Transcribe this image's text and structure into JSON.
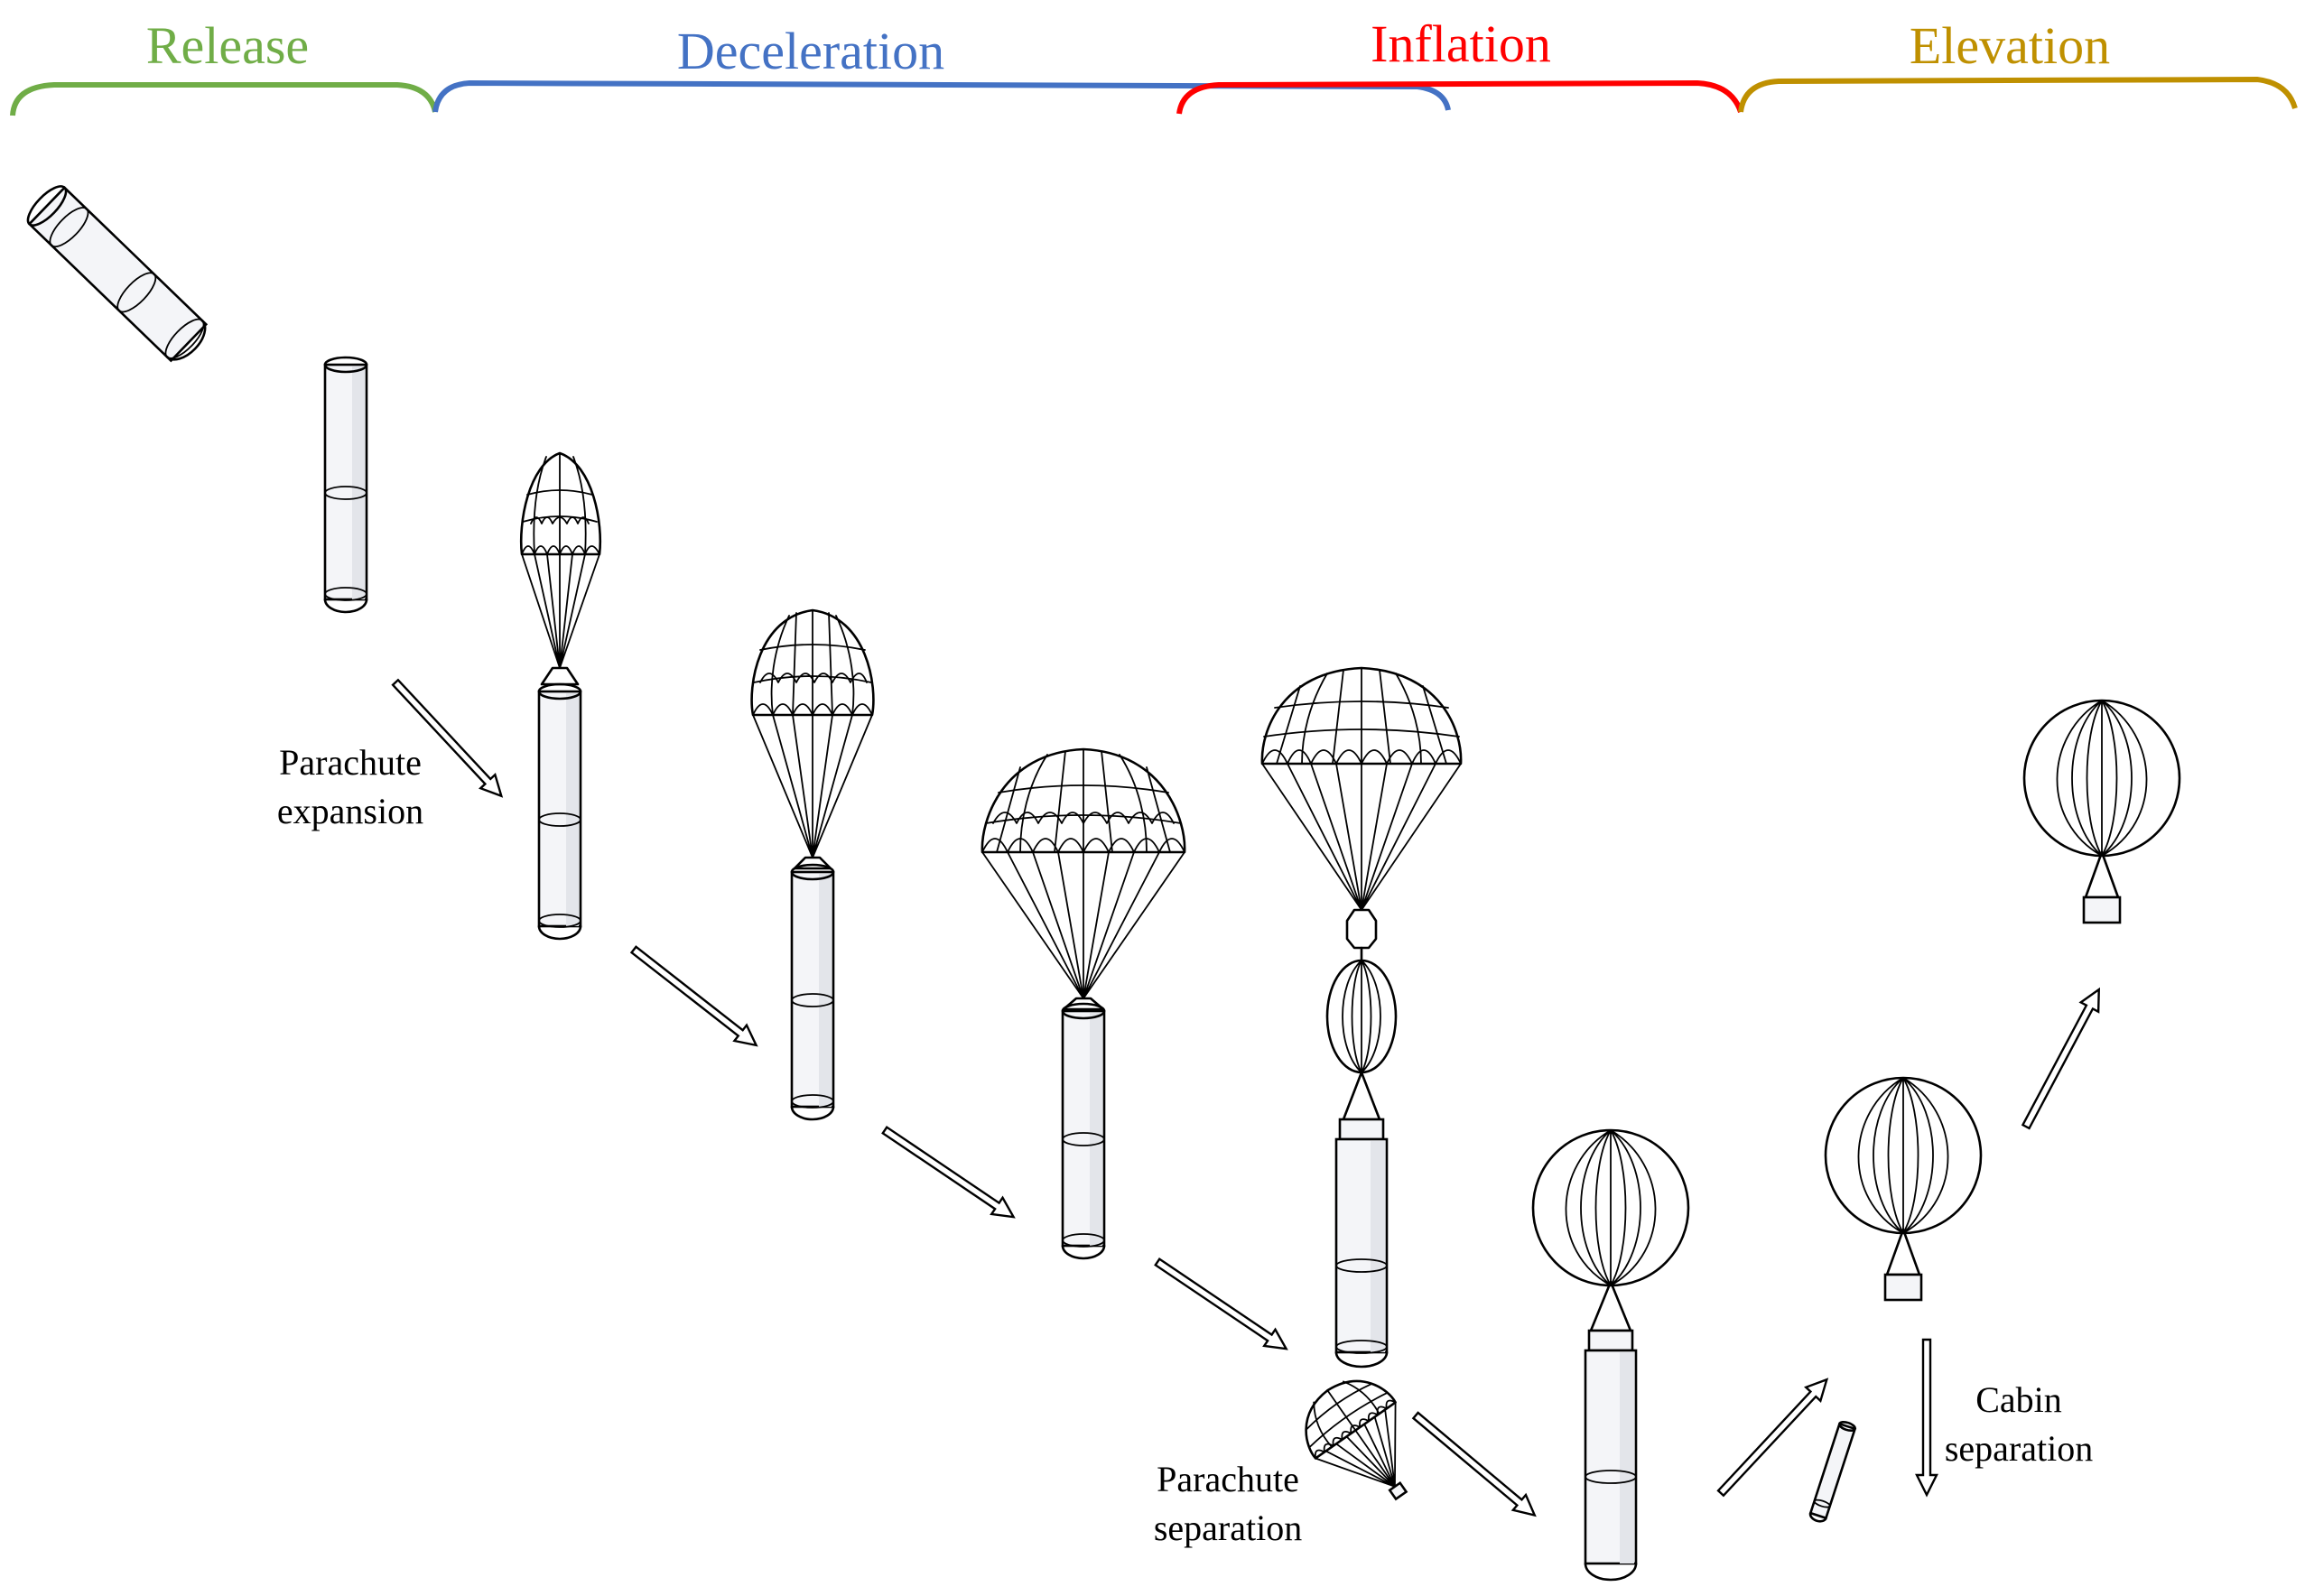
{
  "phases": [
    {
      "id": "release",
      "label": "Release",
      "color": "#70ad47"
    },
    {
      "id": "deceleration",
      "label": "Deceleration",
      "color": "#4472c4"
    },
    {
      "id": "inflation",
      "label": "Inflation",
      "color": "#ff0000"
    },
    {
      "id": "elevation",
      "label": "Elevation",
      "color": "#bf9000"
    }
  ],
  "captions": {
    "parachute_expansion": [
      "Parachute",
      "expansion"
    ],
    "parachute_separation": [
      "Parachute",
      "separation"
    ],
    "cabin_separation": [
      "Cabin",
      "separation"
    ]
  }
}
